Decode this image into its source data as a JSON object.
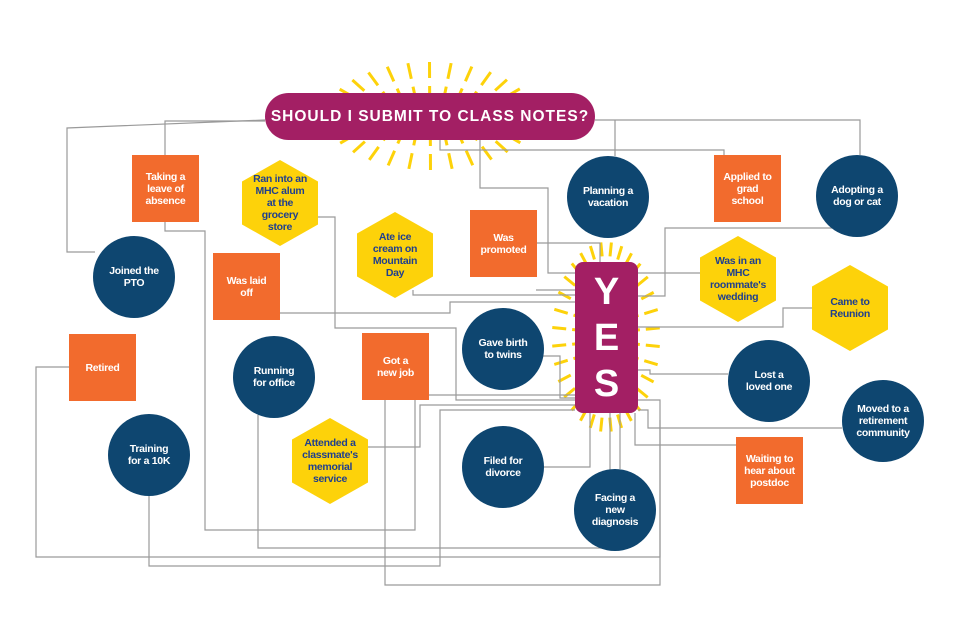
{
  "title": "SHOULD I SUBMIT TO CLASS NOTES?",
  "answer": {
    "letters": [
      "Y",
      "E",
      "S"
    ]
  },
  "colors": {
    "magenta": "#A31F64",
    "orange": "#F26B2D",
    "navy": "#0E4670",
    "yellow": "#FDD20A",
    "connector": "#9a9a9a"
  },
  "nodes": {
    "leave": "Taking a leave of absence",
    "ran_into": "Ran into an MHC alum at the grocery store",
    "ice_cream": "Ate ice cream on Mountain Day",
    "promoted": "Was promoted",
    "vacation": "Planning a vacation",
    "grad_school": "Applied to grad school",
    "adopting": "Adopting a dog or cat",
    "pto": "Joined the PTO",
    "laid_off": "Was laid off",
    "wedding": "Was in an MHC roommate's wedding",
    "reunion": "Came to Reunion",
    "retired": "Retired",
    "running": "Running for office",
    "new_job": "Got a new job",
    "twins": "Gave birth to twins",
    "lost": "Lost a loved one",
    "moved": "Moved to a retirement community",
    "memorial": "Attended a classmate's memorial service",
    "training": "Training for a 10K",
    "divorce": "Filed for divorce",
    "postdoc": "Waiting to hear about postdoc",
    "diagnosis": "Facing a new diagnosis"
  }
}
